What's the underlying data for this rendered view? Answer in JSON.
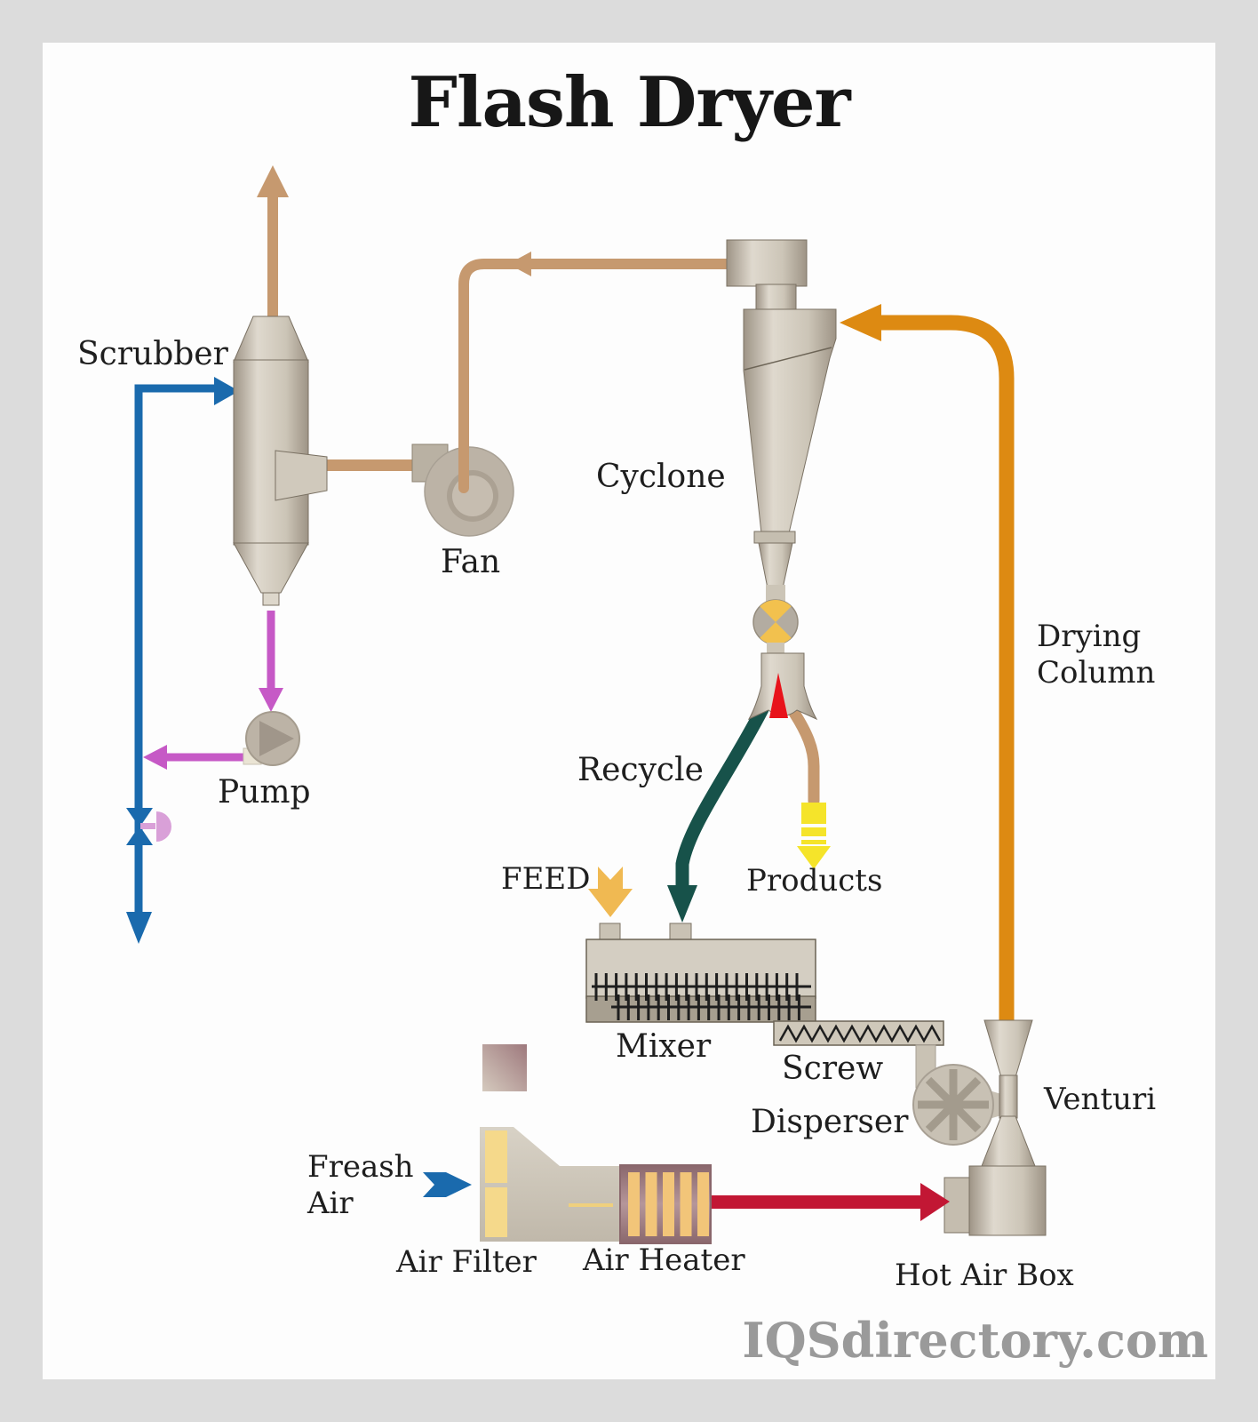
{
  "title": "Flash Dryer",
  "watermark": "IQSdirectory.com",
  "labels": {
    "scrubber": "Scrubber",
    "fan": "Fan",
    "cyclone": "Cyclone",
    "pump": "Pump",
    "recycle": "Recycle",
    "feed": "FEED",
    "products": "Products",
    "drying_column_line1": "Drying",
    "drying_column_line2": "Column",
    "mixer": "Mixer",
    "screw": "Screw",
    "disperser": "Disperser",
    "venturi": "Venturi",
    "fresh_air_line1": "Freash",
    "fresh_air_line2": "Air",
    "air_filter": "Air Filter",
    "air_heater": "Air Heater",
    "hot_air_box": "Hot Air Box"
  },
  "colors": {
    "frame_gray": "#dcdcdc",
    "canvas_white": "#fdfdfd",
    "exhaust_tan": "#c6996f",
    "drying_column_orange": "#dd8a12",
    "water_blue": "#1a6aad",
    "pump_magenta": "#c659c6",
    "valve_pink": "#d9a0d8",
    "recycle_green": "#17524a",
    "products_yellow": "#f5e42a",
    "feed_gold": "#f0b952",
    "rotary_valve_gold": "#f2c14e",
    "hot_air_red": "#c21734",
    "splitter_red": "#e8131b",
    "vessel_beige": "#ccc5b7",
    "heater_maroon": "#8a676c",
    "heater_bar_yellow": "#f2c579",
    "ink": "#1e1e1e",
    "watermark_gray": "#9a9a9a"
  }
}
